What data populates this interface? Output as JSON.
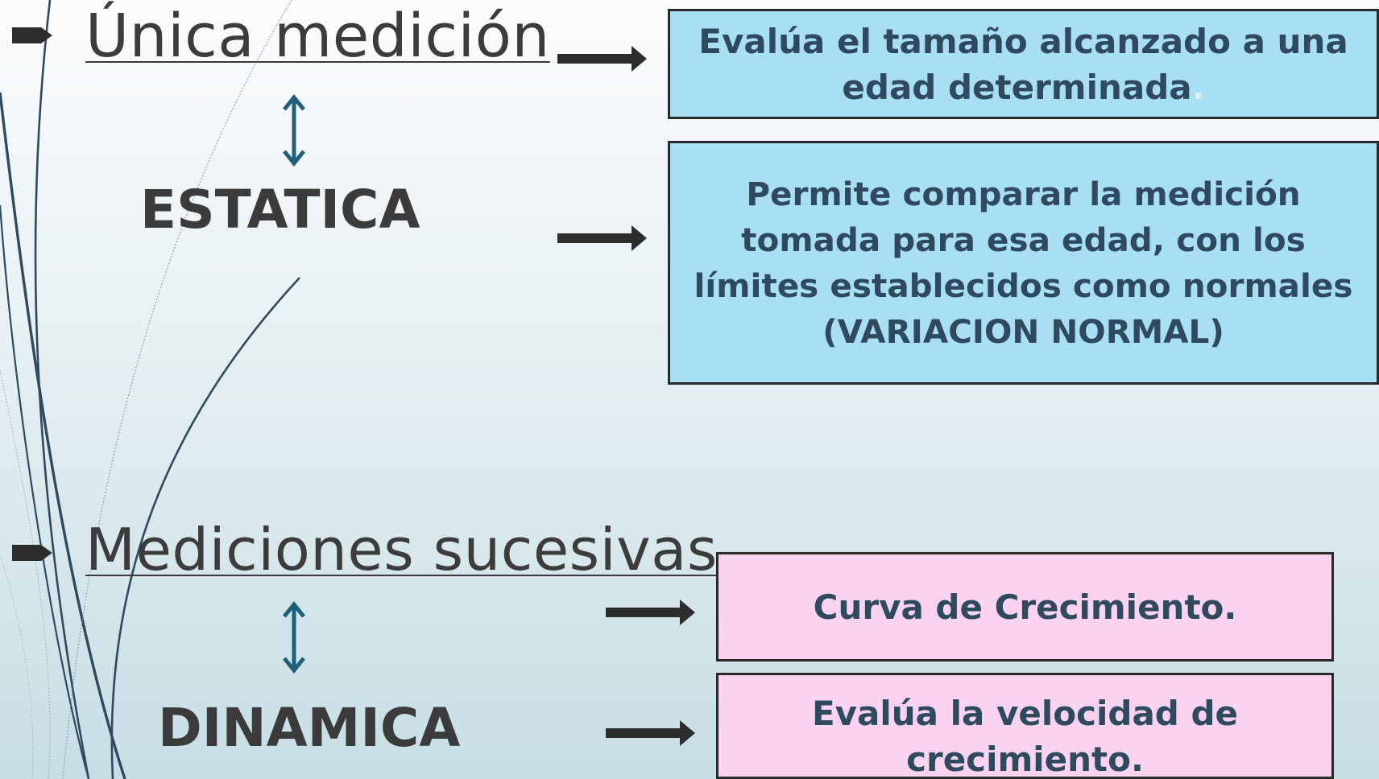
{
  "static_section": {
    "heading": "Única medición",
    "category": "ESTATICA",
    "description_1": "Evalúa el tamaño alcanzado a una edad determinada",
    "description_1_trailing": ".",
    "description_2": "Permite comparar la medición tomada para esa edad, con los límites establecidos como normales (VARIACION NORMAL)"
  },
  "dynamic_section": {
    "heading": "Mediciones sucesivas",
    "category": "DINAMICA",
    "description_1": "Curva de Crecimiento.",
    "description_2": "Evalúa la velocidad de crecimiento."
  },
  "colors": {
    "blue_box": "#a8dff2",
    "pink_box": "#f9d3ef",
    "box_text": "#2f4a5f",
    "double_arrow": "#1f5f7a",
    "arrow": "#2d2d2d",
    "decor_lines": "#2f4a5f"
  },
  "icons": {
    "bullet": "bullet-icon",
    "double_arrow": "up-down-arrow-icon",
    "arrow": "right-arrow-icon"
  }
}
